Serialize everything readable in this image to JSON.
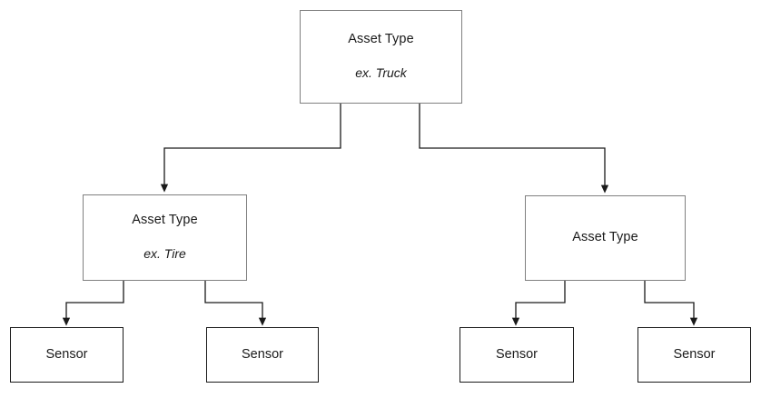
{
  "diagram": {
    "type": "hierarchy-tree",
    "background_color": "#ffffff",
    "edge_color": "#1a1a1a",
    "asset_box_border_color": "#808080",
    "sensor_box_border_color": "#1a1a1a",
    "text_color": "#1a1a1a",
    "nodes": {
      "root": {
        "title": "Asset Type",
        "subtitle": "ex. Truck"
      },
      "mid_left": {
        "title": "Asset Type",
        "subtitle": "ex. Tire"
      },
      "mid_right": {
        "title": "Asset Type"
      },
      "sensors": [
        {
          "label": "Sensor"
        },
        {
          "label": "Sensor"
        },
        {
          "label": "Sensor"
        },
        {
          "label": "Sensor"
        }
      ]
    }
  }
}
